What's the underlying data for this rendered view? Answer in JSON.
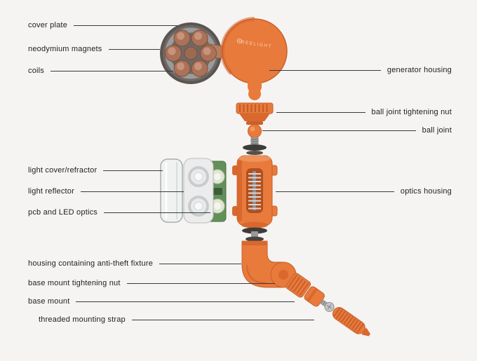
{
  "page": {
    "background": "#f5f4f2"
  },
  "diagram": {
    "brand": "REELIGHT",
    "left_labels": [
      {
        "label": "cover plate"
      },
      {
        "label": "neodymium magnets"
      },
      {
        "label": "coils"
      },
      {
        "label": "light cover/refractor"
      },
      {
        "label": "light reflector"
      },
      {
        "label": "pcb and LED optics"
      },
      {
        "label": "housing containing anti-theft fixture"
      },
      {
        "label": "base mount tightening nut"
      },
      {
        "label": "base mount"
      },
      {
        "label": "threaded mounting strap"
      }
    ],
    "right_labels": [
      {
        "label": "generator housing"
      },
      {
        "label": "ball joint tightening nut"
      },
      {
        "label": "ball joint"
      },
      {
        "label": "optics housing"
      }
    ],
    "colors": {
      "accent_orange": "#e87a3c",
      "accent_orange_dark": "#c9602a",
      "copper": "#ab7257",
      "metal_grey": "#9b9b9b",
      "pcb_green": "#63905a",
      "leader_line": "#3a3a3a",
      "label_text": "#1e1e1e",
      "background": "#f5f4f2"
    }
  }
}
